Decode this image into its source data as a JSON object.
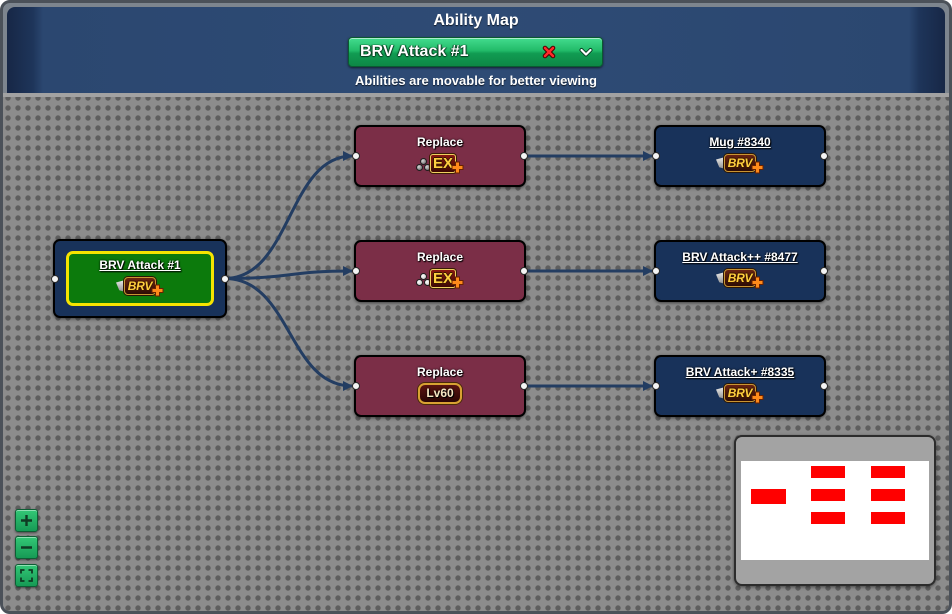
{
  "header": {
    "title": "Ability Map",
    "selector": {
      "value": "BRV Attack #1",
      "clear_icon": "clear-x-icon",
      "toggle_icon": "chevron-down-icon"
    },
    "subtitle": "Abilities are movable for better viewing"
  },
  "graph": {
    "root": {
      "label": "BRV Attack #1",
      "badge": "BRV",
      "selected": true
    },
    "branches": [
      {
        "condition": {
          "label": "Replace",
          "badge": "EX",
          "orb_color": "#8a8a8a"
        },
        "result": {
          "label": "Mug #8340",
          "badge": "BRV"
        }
      },
      {
        "condition": {
          "label": "Replace",
          "badge": "EX",
          "orb_color": "#f2f2f2"
        },
        "result": {
          "label": "BRV Attack++ #8477",
          "badge": "BRV"
        }
      },
      {
        "condition": {
          "label": "Replace",
          "badge": "Lv60"
        },
        "result": {
          "label": "BRV Attack+ #8335",
          "badge": "BRV"
        }
      }
    ]
  },
  "zoom_controls": [
    {
      "icon": "plus-icon"
    },
    {
      "icon": "minus-icon"
    },
    {
      "icon": "fit-view-icon"
    }
  ],
  "colors": {
    "header_bg": "#2b4770",
    "canvas_bg": "#8c8c8c",
    "selector_green": "#22bb69",
    "ability_node": "#18325a",
    "condition_node": "#7b2e47",
    "selected_node": "#0c7a0c",
    "selected_outline": "#f6e400",
    "edge": "#233d62",
    "zoom_button": "#22ad62",
    "minimap_node": "#ff0000"
  }
}
